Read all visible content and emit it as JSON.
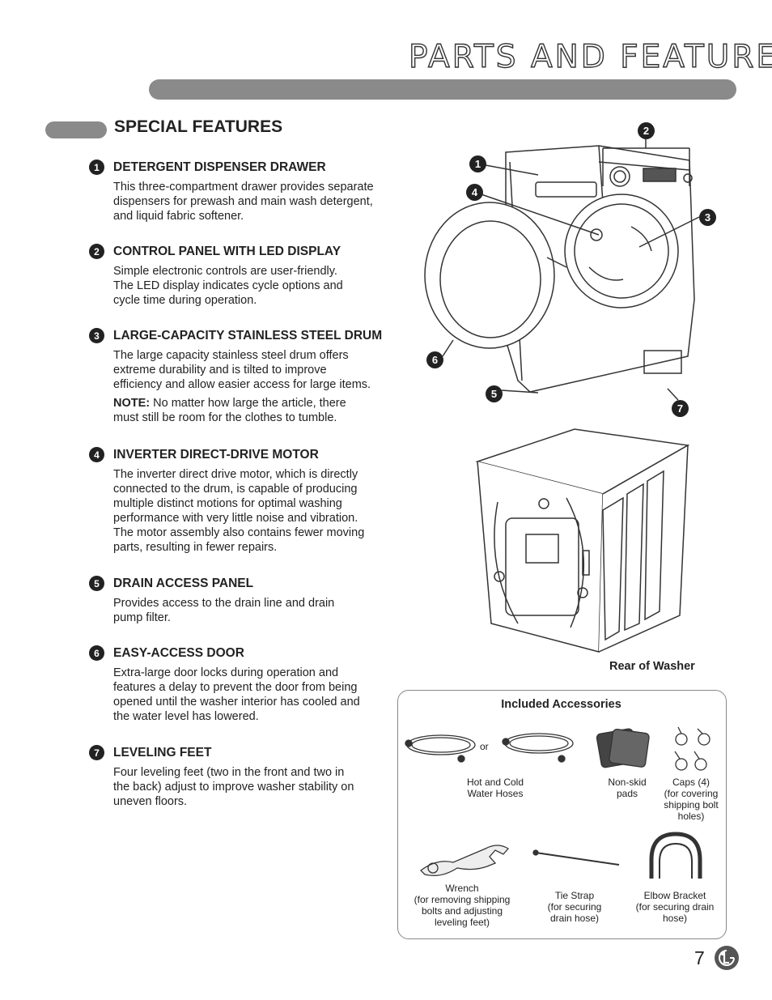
{
  "header": {
    "title": "PARTS AND FEATURES"
  },
  "section": {
    "title": "SPECIAL FEATURES"
  },
  "features": [
    {
      "num": "1",
      "title": "DETERGENT DISPENSER DRAWER",
      "lines": [
        "This three-compartment drawer provides separate",
        "dispensers for prewash and main wash detergent,",
        "and liquid fabric softener."
      ]
    },
    {
      "num": "2",
      "title": "CONTROL PANEL WITH LED DISPLAY",
      "lines": [
        "Simple electronic controls are user-friendly.",
        "The LED display indicates cycle options and",
        "cycle time during operation."
      ]
    },
    {
      "num": "3",
      "title": "LARGE-CAPACITY STAINLESS STEEL DRUM",
      "lines": [
        "The large capacity stainless steel drum offers",
        "extreme durability and is tilted to improve",
        "efficiency and allow easier access for large items."
      ],
      "note_label": "NOTE:",
      "note_lines": [
        " No matter how large the article, there",
        "must still be room for the clothes to tumble."
      ]
    },
    {
      "num": "4",
      "title": "INVERTER DIRECT-DRIVE MOTOR",
      "lines": [
        "The inverter direct drive motor, which is directly",
        "connected to the drum, is capable of producing",
        "multiple distinct motions for optimal washing",
        "performance with very little noise and vibration.",
        "The motor assembly also contains fewer moving",
        "parts, resulting in fewer repairs."
      ]
    },
    {
      "num": "5",
      "title": "DRAIN ACCESS PANEL",
      "lines": [
        "Provides access to the drain line and drain",
        "pump filter."
      ]
    },
    {
      "num": "6",
      "title": "EASY-ACCESS DOOR",
      "lines": [
        "Extra-large door locks during operation and",
        "features a delay to prevent the door from being",
        "opened until the washer interior has cooled and",
        "the water level has lowered."
      ]
    },
    {
      "num": "7",
      "title": "LEVELING FEET",
      "lines": [
        "Four leveling feet (two in the front and two in",
        "the back) adjust to improve washer stability on",
        "uneven floors."
      ]
    }
  ],
  "callouts": [
    "1",
    "2",
    "3",
    "4",
    "5",
    "6",
    "7"
  ],
  "rear": {
    "caption": "Rear of Washer"
  },
  "accessories": {
    "title": "Included Accessories",
    "or_label": "or",
    "hoses": [
      "Hot and Cold",
      "Water Hoses"
    ],
    "pads": [
      "Non-skid",
      "pads"
    ],
    "caps": [
      "Caps (4)",
      "(for covering",
      "shipping bolt",
      "holes)"
    ],
    "wrench": [
      "Wrench",
      "(for removing shipping",
      "bolts and adjusting",
      "leveling feet)"
    ],
    "tie": [
      "Tie Strap",
      "(for securing",
      "drain hose)"
    ],
    "elbow": [
      "Elbow Bracket",
      "(for securing drain",
      "hose)"
    ]
  },
  "footer": {
    "page_number": "7"
  }
}
